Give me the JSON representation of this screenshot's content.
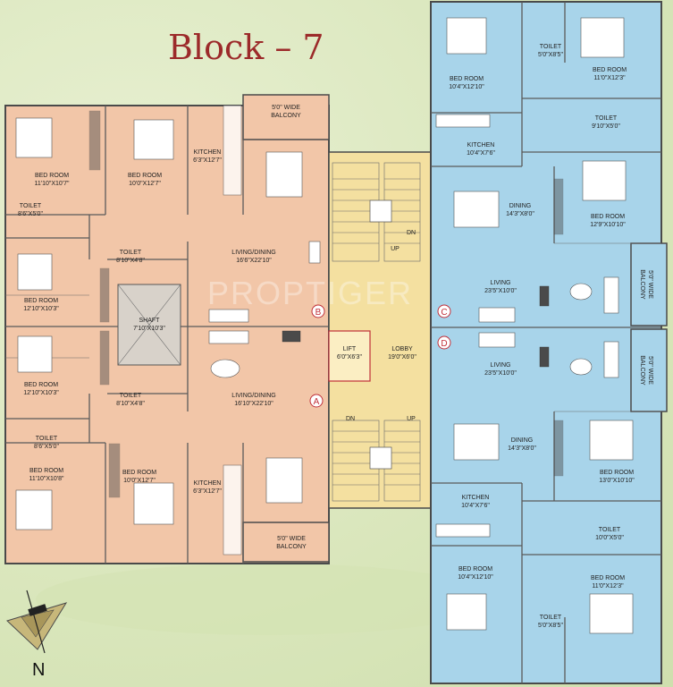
{
  "title": "Block – 7",
  "watermark": "PROPTIGER",
  "compass": "N",
  "colors": {
    "unit_ab": "#f2c6a8",
    "core": "#f4e0a0",
    "unit_cd": "#a8d4ea",
    "title": "#9c2a2a",
    "marker": "#c0303a"
  },
  "unit_markers": {
    "a": "A",
    "b": "B",
    "c": "C",
    "d": "D"
  },
  "left": {
    "bed1": {
      "name": "BED ROOM",
      "dim": "11'10\"X10'7\""
    },
    "bed2": {
      "name": "BED ROOM",
      "dim": "10'0\"X12'7\""
    },
    "kitchen_top": {
      "name": "KITCHEN",
      "dim": "6'3\"X12'7\""
    },
    "balcony_top": {
      "name": "5'0\" WIDE",
      "name2": "BALCONY"
    },
    "toilet1": {
      "name": "TOILET",
      "dim": "8'6\"X5'0\""
    },
    "living_top": {
      "name": "LIVING/DINING",
      "dim": "16'6\"X22'10\""
    },
    "toilet2": {
      "name": "TOILET",
      "dim": "8'10\"X4'8\""
    },
    "bed3": {
      "name": "BED ROOM",
      "dim": "12'10\"X10'3\""
    },
    "shaft": {
      "name": "SHAFT",
      "dim": "7'10\"X10'3\""
    },
    "bed4": {
      "name": "BED ROOM",
      "dim": "12'10\"X10'3\""
    },
    "toilet3": {
      "name": "TOILET",
      "dim": "8'10\"X4'8\""
    },
    "living_bot": {
      "name": "LIVING/DINING",
      "dim": "16'10\"X22'10\""
    },
    "toilet4": {
      "name": "TOILET",
      "dim": "8'6\"X5'0\""
    },
    "bed5": {
      "name": "BED ROOM",
      "dim": "11'10\"X10'8\""
    },
    "bed6": {
      "name": "BED ROOM",
      "dim": "10'0\"X12'7\""
    },
    "kitchen_bot": {
      "name": "KITCHEN",
      "dim": "6'3\"X12'7\""
    },
    "balcony_bot": {
      "name": "5'0\" WIDE",
      "name2": "BALCONY"
    }
  },
  "core": {
    "dn_top": "DN",
    "up_top": "UP",
    "lift": {
      "name": "LIFT",
      "dim": "6'0\"X6'3\""
    },
    "lobby": {
      "name": "LOBBY",
      "dim": "19'0\"X6'0\""
    },
    "dn_bot": "DN",
    "up_bot": "UP"
  },
  "right": {
    "toilet1": {
      "name": "TOILET",
      "dim": "5'0\"X8'5\""
    },
    "bed1": {
      "name": "BED ROOM",
      "dim": "10'4\"X12'10\""
    },
    "bed2": {
      "name": "BED ROOM",
      "dim": "11'0\"X12'3\""
    },
    "toilet2": {
      "name": "TOILET",
      "dim": "9'10\"X5'0\""
    },
    "kitchen_top": {
      "name": "KITCHEN",
      "dim": "10'4\"X7'6\""
    },
    "dining_top": {
      "name": "DINING",
      "dim": "14'3\"X8'0\""
    },
    "bed3": {
      "name": "BED ROOM",
      "dim": "12'9\"X10'10\""
    },
    "living_top": {
      "name": "LIVING",
      "dim": "23'5\"X10'0\""
    },
    "balcony_top": {
      "name": "5'0\" WIDE",
      "name2": "BALCONY"
    },
    "living_bot": {
      "name": "LIVING",
      "dim": "23'5\"X10'0\""
    },
    "balcony_bot": {
      "name": "5'0\" WIDE",
      "name2": "BALCONY"
    },
    "dining_bot": {
      "name": "DINING",
      "dim": "14'3\"X8'0\""
    },
    "bed4": {
      "name": "BED ROOM",
      "dim": "13'0\"X10'10\""
    },
    "kitchen_bot": {
      "name": "KITCHEN",
      "dim": "10'4\"X7'6\""
    },
    "toilet3": {
      "name": "TOILET",
      "dim": "10'0\"X5'0\""
    },
    "bed5": {
      "name": "BED ROOM",
      "dim": "10'4\"X12'10\""
    },
    "bed6": {
      "name": "BED ROOM",
      "dim": "11'0\"X12'3\""
    },
    "toilet4": {
      "name": "TOILET",
      "dim": "5'0\"X8'5\""
    }
  }
}
